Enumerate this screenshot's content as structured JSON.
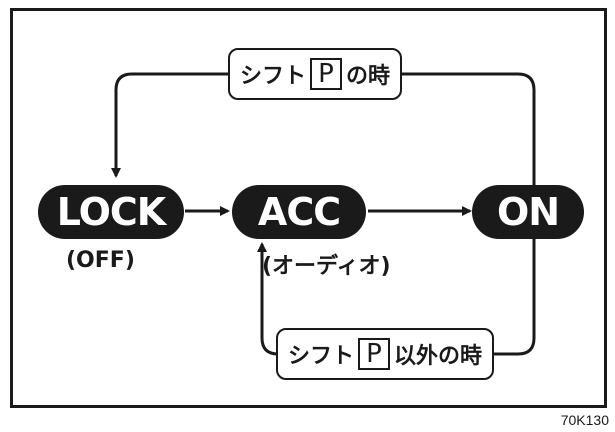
{
  "diagram": {
    "states": {
      "lock": {
        "label": "LOCK",
        "sublabel": "(OFF)"
      },
      "acc": {
        "label": "ACC",
        "sublabel": "(オーディオ)"
      },
      "on": {
        "label": "ON"
      }
    },
    "conditions": {
      "top": {
        "before": "シフト",
        "gear": "P",
        "after": "の時"
      },
      "bottom": {
        "before": "シフト",
        "gear": "P",
        "after": "以外の時"
      }
    },
    "figure_id": "70K130"
  }
}
